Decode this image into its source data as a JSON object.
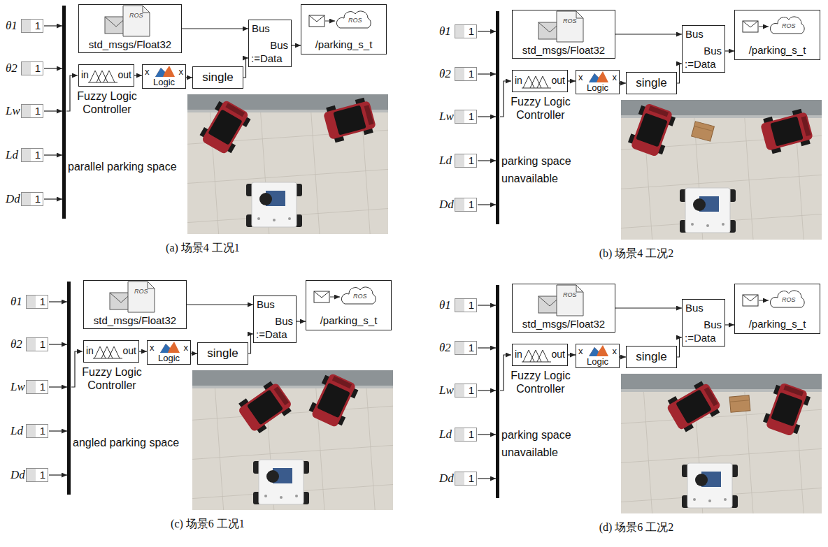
{
  "diagram": {
    "nodes": [
      {
        "text": [
          "θ1",
          "1"
        ]
      },
      {
        "text": [
          "θ2",
          "1"
        ]
      },
      {
        "text": [
          "Lw",
          "1"
        ]
      },
      {
        "text": [
          "Ld",
          "1"
        ]
      },
      {
        "text": [
          "Dd",
          "1"
        ]
      },
      {
        "text": [
          "std_msgs/Float32"
        ]
      },
      {
        "text": [
          "Bus",
          "Bus",
          ":=Data"
        ]
      },
      {
        "text": [
          "/parking_s_t"
        ]
      },
      {
        "text": [
          "in",
          "out",
          "Fuzzy Logic Controller"
        ]
      },
      {
        "text": [
          "x",
          "Logic",
          "x"
        ]
      },
      {
        "text": [
          "single"
        ]
      },
      {
        "text": [
          "θ1",
          "1"
        ]
      },
      {
        "text": [
          "θ2",
          "1"
        ]
      },
      {
        "text": [
          "Lw",
          "1"
        ]
      },
      {
        "text": [
          "Ld",
          "1"
        ]
      },
      {
        "text": [
          "Dd",
          "1"
        ]
      },
      {
        "text": [
          "std_msgs/Float32"
        ]
      },
      {
        "text": [
          "Bus",
          "Bus",
          ":=Data"
        ]
      },
      {
        "text": [
          "/parking_s_t"
        ]
      },
      {
        "text": [
          "in",
          "out",
          "Fuzzy Logic Controller"
        ]
      },
      {
        "text": [
          "x",
          "Logic",
          "x"
        ]
      },
      {
        "text": [
          "single"
        ]
      },
      {
        "text": [
          "θ1",
          "1"
        ]
      },
      {
        "text": [
          "θ2",
          "1"
        ]
      },
      {
        "text": [
          "Lw",
          "1"
        ]
      },
      {
        "text": [
          "Ld",
          "1"
        ]
      },
      {
        "text": [
          "Dd",
          "1"
        ]
      },
      {
        "text": [
          "std_msgs/Float32"
        ]
      },
      {
        "text": [
          "Bus",
          "Bus",
          ":=Data"
        ]
      },
      {
        "text": [
          "/parking_s_t"
        ]
      },
      {
        "text": [
          "in",
          "out",
          "Fuzzy Logic Controller"
        ]
      },
      {
        "text": [
          "x",
          "Logic",
          "x"
        ]
      },
      {
        "text": [
          "single"
        ]
      },
      {
        "text": [
          "θ1",
          "1"
        ]
      },
      {
        "text": [
          "θ2",
          "1"
        ]
      },
      {
        "text": [
          "Lw",
          "1"
        ]
      },
      {
        "text": [
          "Ld",
          "1"
        ]
      },
      {
        "text": [
          "Dd",
          "1"
        ]
      },
      {
        "text": [
          "std_msgs/Float32"
        ]
      },
      {
        "text": [
          "Bus",
          "Bus",
          ":=Data"
        ]
      },
      {
        "text": [
          "/parking_s_t"
        ]
      },
      {
        "text": [
          "in",
          "out",
          "Fuzzy Logic Controller"
        ]
      },
      {
        "text": [
          "x",
          "Logic",
          "x"
        ]
      },
      {
        "text": [
          "single"
        ]
      }
    ],
    "edges": [
      {
        "from": 5,
        "to": 6,
        "arrow": "to"
      },
      {
        "from": 6,
        "to": 7,
        "arrow": "to"
      },
      {
        "from": 8,
        "to": 9,
        "arrow": "to"
      },
      {
        "from": 9,
        "to": 10,
        "arrow": "to"
      },
      {
        "from": 10,
        "to": 6,
        "arrow": "to"
      },
      {
        "from": 16,
        "to": 17,
        "arrow": "to"
      },
      {
        "from": 17,
        "to": 18,
        "arrow": "to"
      },
      {
        "from": 19,
        "to": 20,
        "arrow": "to"
      },
      {
        "from": 20,
        "to": 21,
        "arrow": "to"
      },
      {
        "from": 21,
        "to": 17,
        "arrow": "to"
      },
      {
        "from": 27,
        "to": 28,
        "arrow": "to"
      },
      {
        "from": 28,
        "to": 29,
        "arrow": "to"
      },
      {
        "from": 30,
        "to": 31,
        "arrow": "to"
      },
      {
        "from": 31,
        "to": 32,
        "arrow": "to"
      },
      {
        "from": 32,
        "to": 28,
        "arrow": "to"
      },
      {
        "from": 38,
        "to": 39,
        "arrow": "to"
      },
      {
        "from": 39,
        "to": 40,
        "arrow": "to"
      },
      {
        "from": 41,
        "to": 42,
        "arrow": "to"
      },
      {
        "from": 42,
        "to": 43,
        "arrow": "to"
      },
      {
        "from": 43,
        "to": 39,
        "arrow": "to"
      }
    ],
    "labels": [
      "parallel parking space",
      "ROS",
      "ROS",
      "(a) 场景4 工况1",
      "parking space unavailable",
      "ROS",
      "ROS",
      "(b) 场景4 工况2",
      "angled parking space",
      "ROS",
      "ROS",
      "(c) 场景6 工况1",
      "parking space unavailable",
      "ROS",
      "ROS",
      "(d) 场景6 工况2"
    ]
  }
}
